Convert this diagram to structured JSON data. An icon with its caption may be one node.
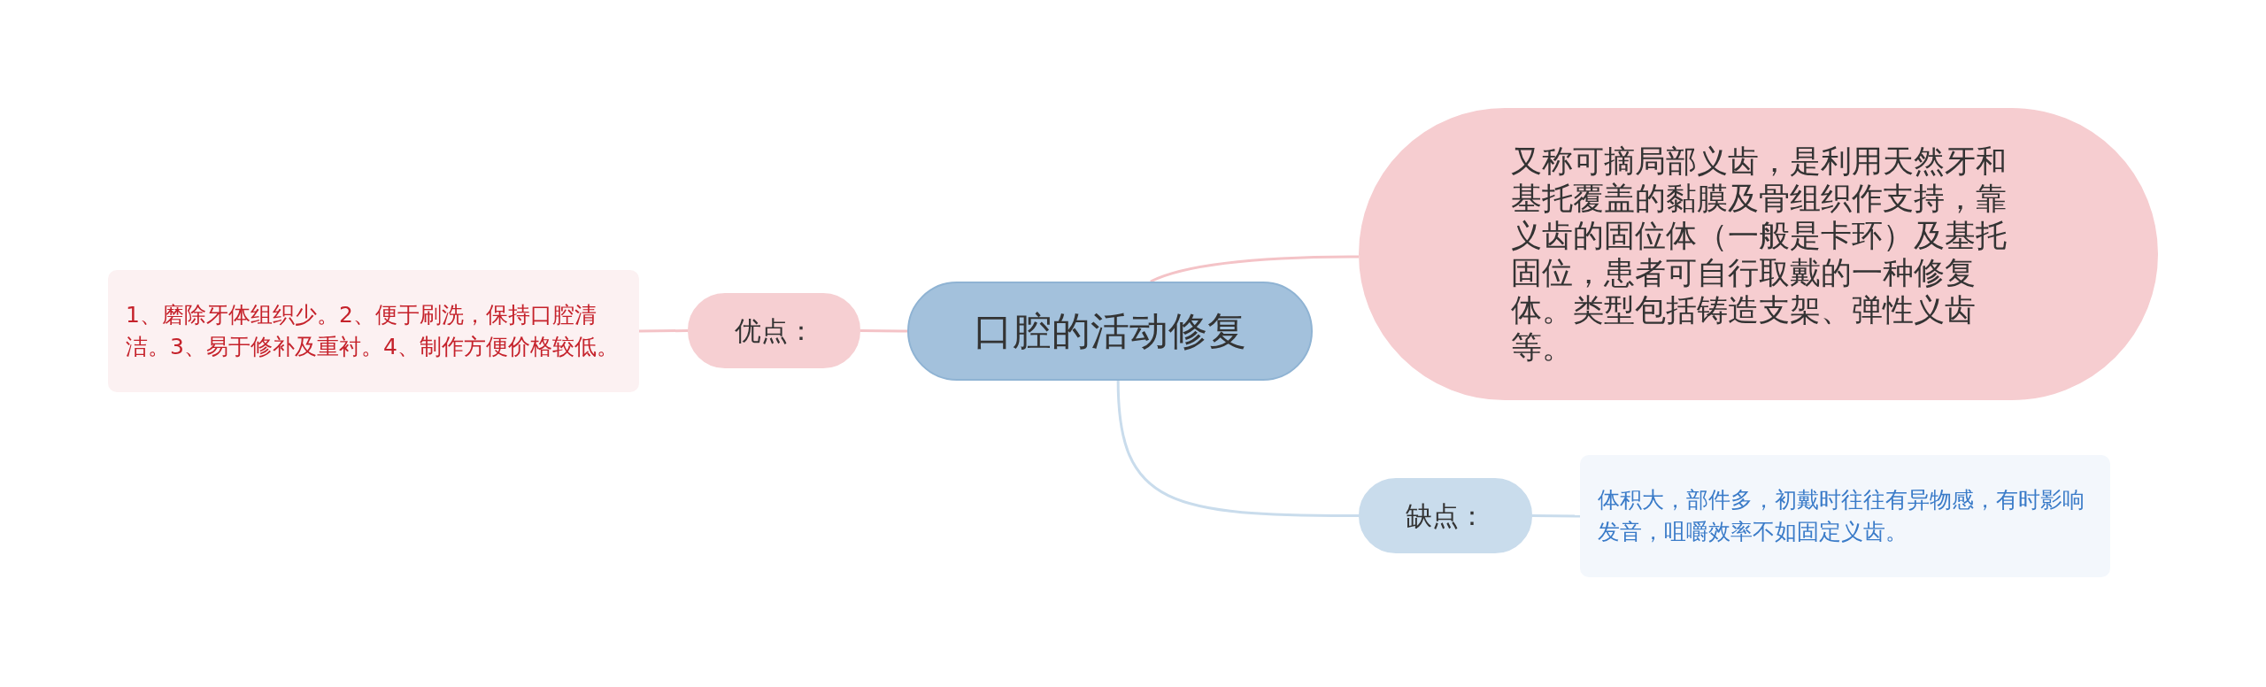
{
  "diagram": {
    "nodes": [
      {
        "text": [
          "口腔的活动修复"
        ]
      },
      {
        "text": [
          "优点："
        ]
      },
      {
        "text": [
          "1、磨除牙体组织少。2、便于刷洗，保持口腔清洁。3、易于修补及重衬。4、制作方便价格较低。"
        ]
      },
      {
        "text": [
          "又称可摘局部义齿，是利用天然牙和基托覆盖的黏膜及骨组织作支持，靠义齿的固位体（一般是卡环）及基托固位，患者可自行取戴的一种修复体。类型包括铸造支架、弹性义齿等。"
        ]
      },
      {
        "text": [
          "缺点："
        ]
      },
      {
        "text": [
          "体积大，部件多，初戴时往往有异物感，有时影响发音，咀嚼效率不如固定义齿。"
        ]
      }
    ],
    "edges": [
      {
        "from": 0,
        "to": 1,
        "arrow": "none"
      },
      {
        "from": 1,
        "to": 2,
        "arrow": "none"
      },
      {
        "from": 0,
        "to": 3,
        "arrow": "none"
      },
      {
        "from": 0,
        "to": 4,
        "arrow": "none",
        "color": "#c9dcec"
      },
      {
        "from": 4,
        "to": 5,
        "arrow": "none",
        "color": "#c9dcec"
      }
    ]
  }
}
